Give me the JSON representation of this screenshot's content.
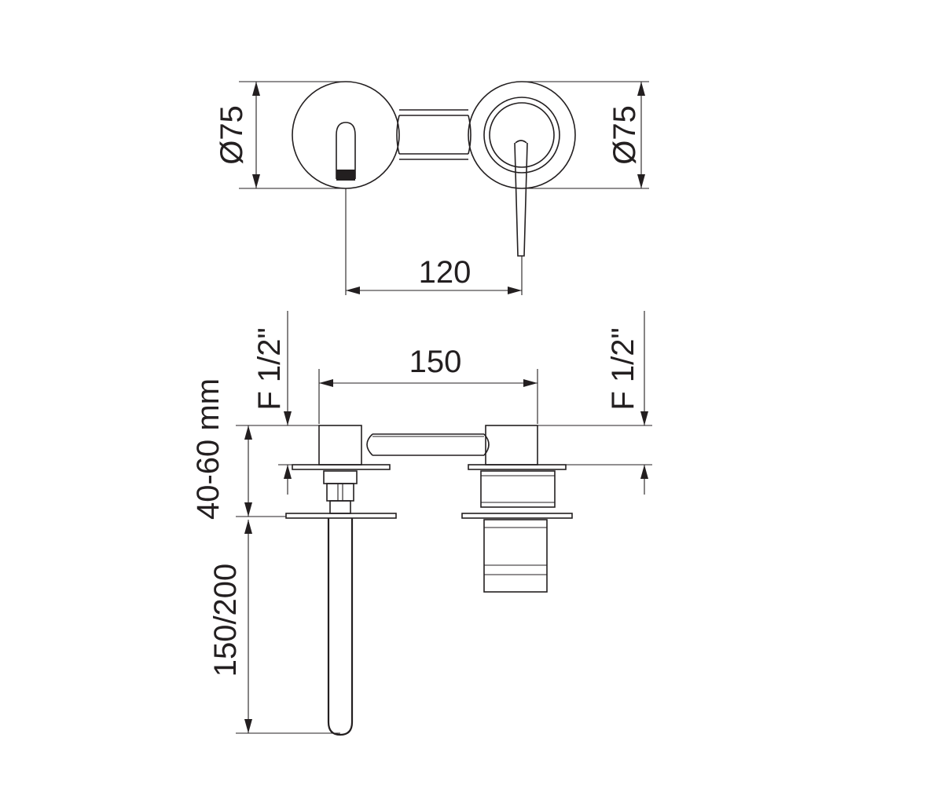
{
  "drawing": {
    "top_view": {
      "dia_left": "Ø75",
      "dia_right": "Ø75",
      "spacing": "120"
    },
    "side_view": {
      "spacing": "150",
      "thread_left": "F 1/2\"",
      "thread_right": "F 1/2\"",
      "wall_depth": "40-60 mm",
      "spout_length": "150/200"
    }
  }
}
